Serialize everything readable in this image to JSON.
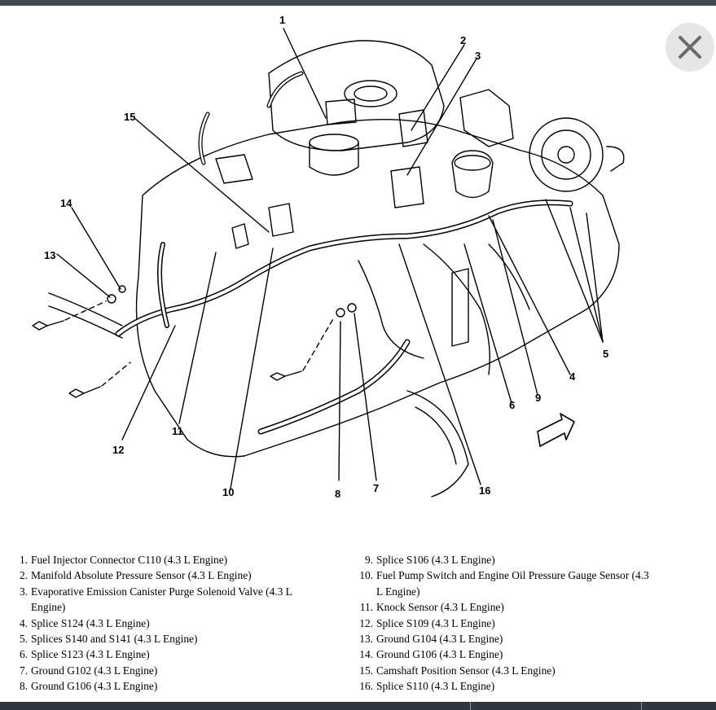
{
  "callouts": [
    "1",
    "2",
    "3",
    "4",
    "5",
    "6",
    "7",
    "8",
    "9",
    "10",
    "11",
    "12",
    "13",
    "14",
    "15",
    "16"
  ],
  "legend": {
    "left": [
      {
        "num": "1.",
        "text": "Fuel Injector Connector C110 (4.3 L Engine)"
      },
      {
        "num": "2.",
        "text": "Manifold Absolute Pressure Sensor (4.3 L Engine)"
      },
      {
        "num": "3.",
        "text": "Evaporative Emission Canister Purge Solenoid Valve (4.3 L Engine)"
      },
      {
        "num": "4.",
        "text": "Splice S124 (4.3 L Engine)"
      },
      {
        "num": "5.",
        "text": "Splices S140 and S141 (4.3 L Engine)"
      },
      {
        "num": "6.",
        "text": "Splice S123 (4.3 L Engine)"
      },
      {
        "num": "7.",
        "text": "Ground G102 (4.3 L Engine)"
      },
      {
        "num": "8.",
        "text": "Ground G106 (4.3 L Engine)"
      }
    ],
    "right": [
      {
        "num": "9.",
        "text": "Splice S106 (4.3 L Engine)"
      },
      {
        "num": "10.",
        "text": "Fuel Pump Switch and Engine Oil Pressure Gauge Sensor (4.3 L Engine)"
      },
      {
        "num": "11.",
        "text": "Knock Sensor (4.3 L Engine)"
      },
      {
        "num": "12.",
        "text": "Splice S109 (4.3 L Engine)"
      },
      {
        "num": "13.",
        "text": "Ground G104 (4.3 L Engine)"
      },
      {
        "num": "14.",
        "text": "Ground G106 (4.3 L Engine)"
      },
      {
        "num": "15.",
        "text": "Camshaft Position Sensor (4.3 L Engine)"
      },
      {
        "num": "16.",
        "text": "Splice S110 (4.3 L Engine)"
      }
    ]
  }
}
